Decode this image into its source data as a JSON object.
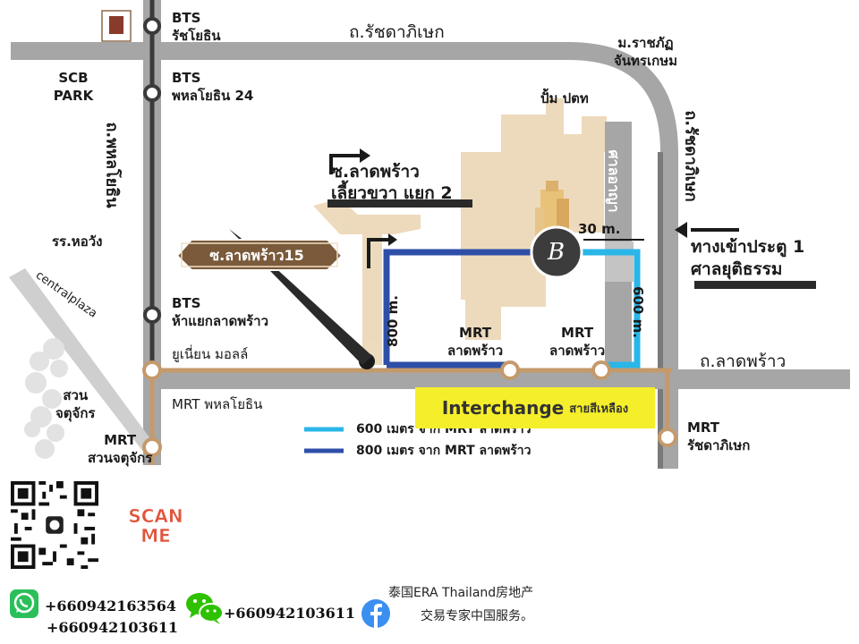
{
  "map": {
    "roads": {
      "ratchadaphisek_top": "ถ.รัชดาภิเษก",
      "phahon_yothin": "ถ.พหลโยธิน",
      "ratchadaphisek_right": "ถ.รัชดาภิเษก",
      "lat_phrao": "ถ.ลาดพร้าว",
      "court_road": "ศาลอาญา"
    },
    "stations": {
      "bts_ratchayothin": "BTS\nรัชโยธิน",
      "bts_phahon24": "BTS\nพหลโยธิน 24",
      "bts_ha_yaek": "BTS\nห้าแยกลาดพร้าว",
      "mrt_phahon": "MRT พหลโยธิน",
      "mrt_chatuchak": "MRT\nสวนจตุจักร",
      "mrt_latphrao_1": "MRT\nลาดพร้าว",
      "mrt_latphrao_2": "MRT\nลาดพร้าว",
      "mrt_ratchada": "MRT\nรัชดาภิเษก"
    },
    "places": {
      "scb_park": "SCB\nPARK",
      "school": "รร.หอวัง",
      "rajabhat": "ม.ราชภัฏ\nจันทรเกษม",
      "gas_station": "ปั้ม ปตท",
      "union_mall": "ยูเนี่ยน มอลล์",
      "central_plaza": "centralplaza",
      "chatuchak_park": "สวน\nจตุจักร"
    },
    "annotations": {
      "soi_15": "ซ.ลาดพร้าว15",
      "turn_right": "ซ.ลาดพร้าว\nเลี้ยวขวา แยก 2",
      "court_entrance": "ทางเข้าประตู 1\nศาลยุติธรรม",
      "dist_30": "30 m.",
      "dist_800": "800 m.",
      "dist_600": "600 m.",
      "interchange_en": "Interchange",
      "interchange_th": "สายสีเหลือง",
      "legend_600": "600 เมตร จาก MRT ลาดพร้าว",
      "legend_800": "800 เมตร จาก MRT ลาดพร้าว",
      "logo_initial": "B"
    }
  },
  "footer": {
    "scan": "SCAN\nME",
    "whatsapp_1": "+660942163564",
    "whatsapp_2": "+660942103611",
    "wechat": "+660942103611",
    "company": "泰国ERA Thailand房地产",
    "service": "交易专家中国服务。"
  },
  "colors": {
    "road": "#a6a6a6",
    "road_dark": "#7a7a7a",
    "rail": "#c49a6c",
    "route_600": "#29b6e8",
    "route_800": "#2e4fa8",
    "interchange": "#f5ee2a",
    "scan": "#e2543a"
  }
}
